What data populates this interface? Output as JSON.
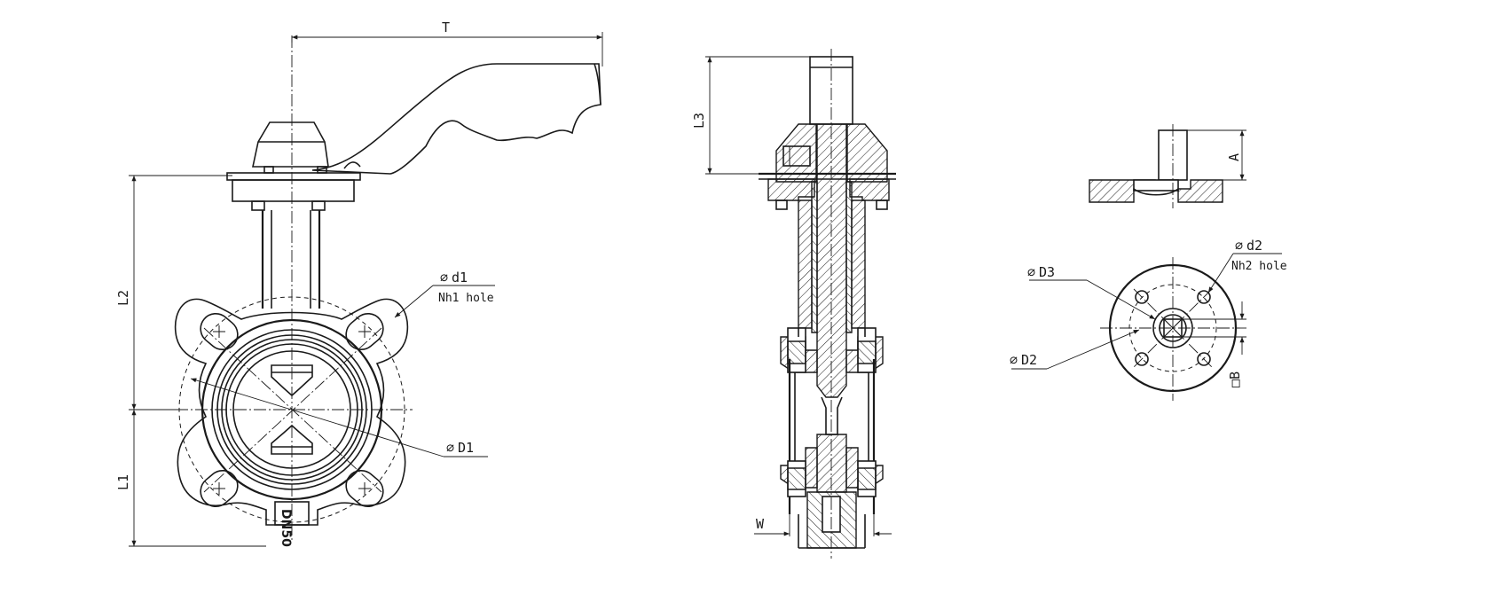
{
  "labels": {
    "T": "T",
    "L1": "L1",
    "L2": "L2",
    "L3": "L3",
    "W": "W",
    "A": "A",
    "B": "B",
    "d1": "d1",
    "nh1": "Nh1 hole",
    "D1": "D1",
    "D2": "D2",
    "D3": "D3",
    "d2": "d2",
    "nh2": "Nh2 hole",
    "body_mark": "DN50"
  },
  "symbols": {
    "diameter": "⌀",
    "square": "□"
  }
}
